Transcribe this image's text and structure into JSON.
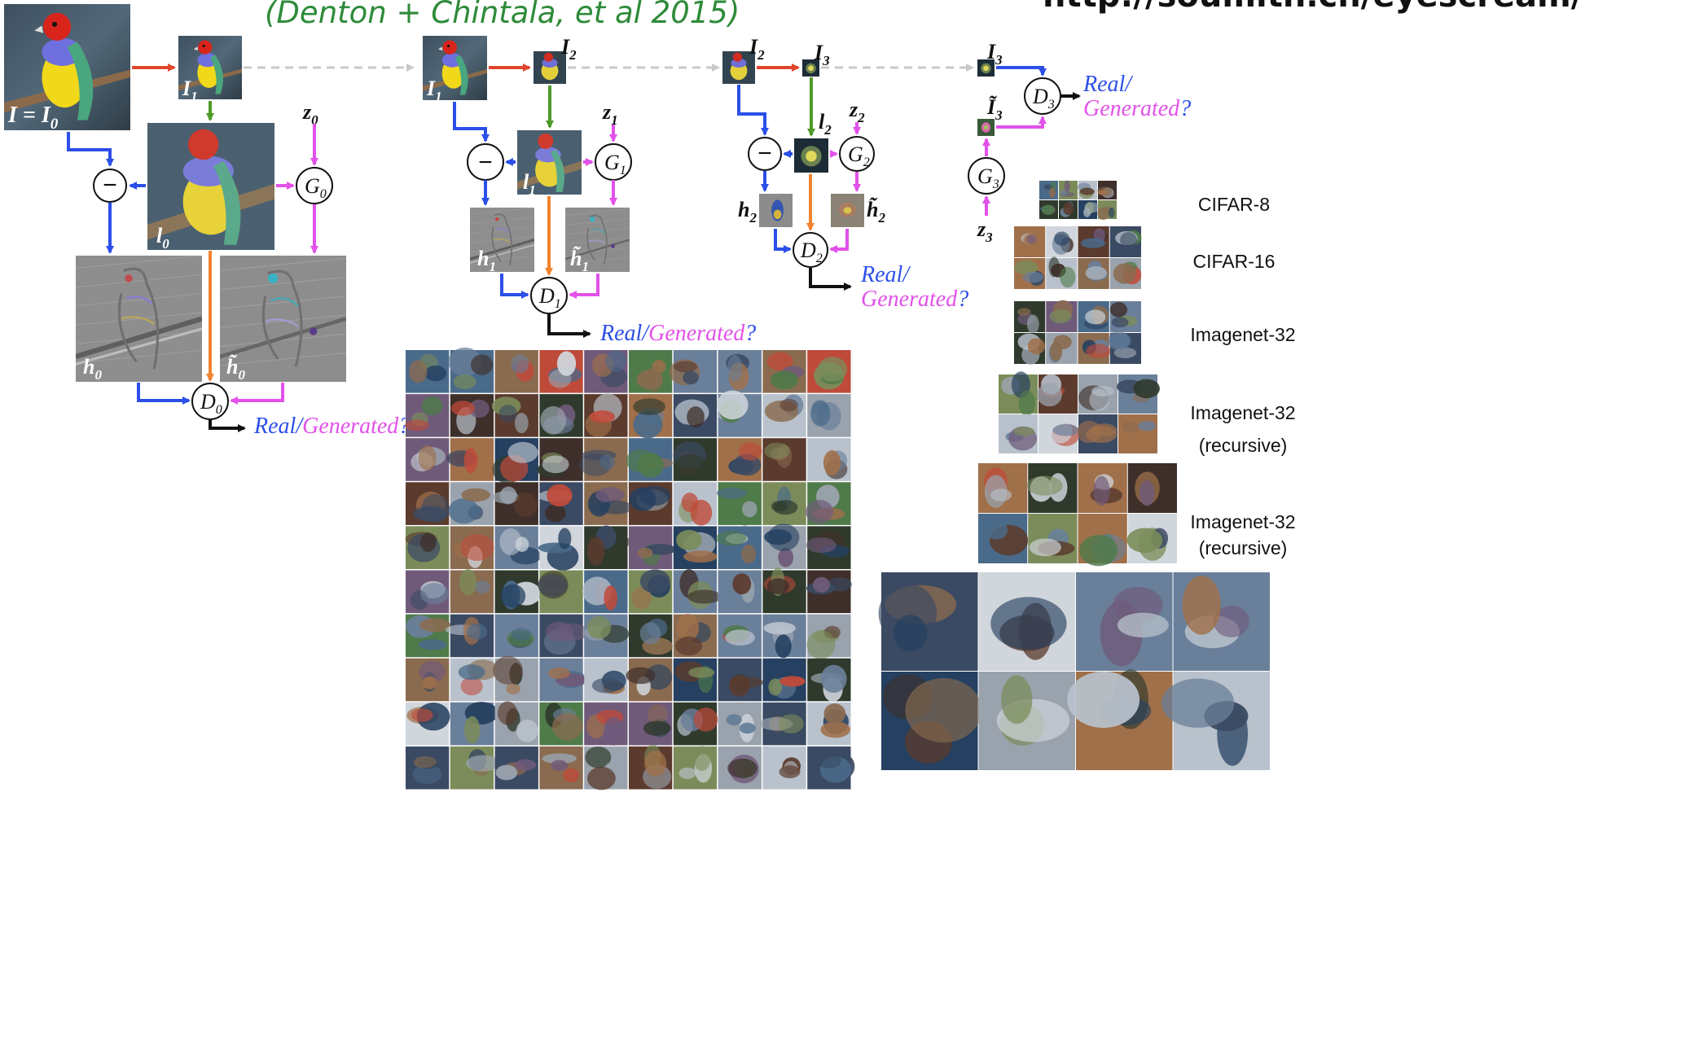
{
  "citation": "(Denton + Chintala, et al 2015)",
  "url": "http://soumith.ch/eyescream/",
  "colors": {
    "blue": "#2b4fe8",
    "magenta": "#e251e9",
    "orange": "#f0832f",
    "green": "#4f9a2a",
    "red": "#e0452e",
    "gray_dashed": "#c8c8c8",
    "citation_green": "#2e8b3a"
  },
  "symbols": {
    "I_eq_I0": "I = I",
    "I0_sub": "0",
    "I": "I",
    "I_tilde": "Ĩ",
    "l": "l",
    "h": "h",
    "h_tilde": "h̃",
    "z": "z",
    "G": "G",
    "D": "D",
    "minus": "−",
    "sub0": "0",
    "sub1": "1",
    "sub2": "2",
    "sub3": "3"
  },
  "output": {
    "real": "Real",
    "slash": "/",
    "generated": "Generated",
    "q": "?"
  },
  "results": {
    "labels": [
      "CIFAR-8",
      "CIFAR-16",
      "Imagenet-32",
      "Imagenet-32",
      "(recursive)",
      "Imagenet-32",
      "(recursive)"
    ]
  }
}
